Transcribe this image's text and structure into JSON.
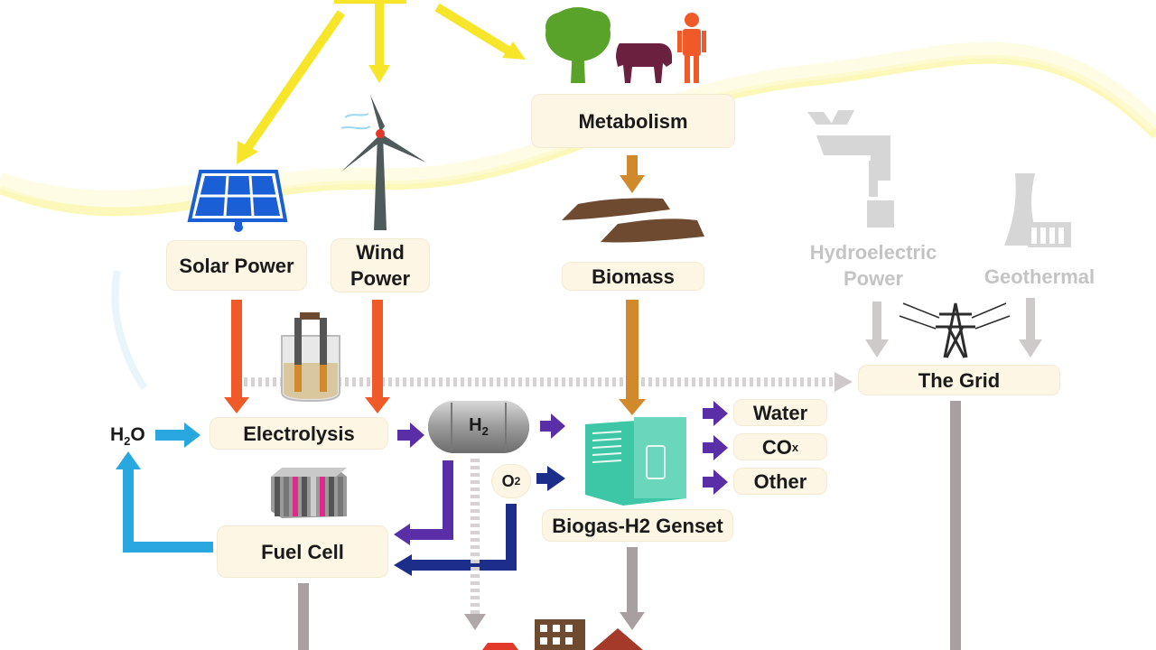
{
  "nodes": {
    "metabolism": "Metabolism",
    "solar": "Solar Power",
    "wind": "Wind\nPower",
    "biomass": "Biomass",
    "hydro": "Hydroelectric\nPower",
    "geothermal": "Geothermal",
    "grid": "The Grid",
    "water_in": "H2O",
    "electrolysis": "Electrolysis",
    "hydrogen": "H2",
    "oxygen": "O2",
    "genset": "Biogas-H2 Genset",
    "fuel_cell": "Fuel Cell"
  },
  "outputs": [
    "Water",
    "COx",
    "Other"
  ],
  "colors": {
    "sun": "#f7e52a",
    "electric_arrow": "#f05a28",
    "biomass_arrow": "#d18a2b",
    "hydrogen_arrow": "#5a2ea6",
    "oxygen_arrow": "#1d2e8a",
    "water_arrow": "#29a8e0",
    "grid_line": "#a8a0a0",
    "box_fill": "#fdf6e4",
    "genset": "#3ec7a6",
    "solar_panel": "#1a5fd6",
    "tree": "#5aa32b",
    "cow": "#6b2040",
    "person": "#f05a28"
  },
  "icons": [
    "sun-icon",
    "solar-panel-icon",
    "wind-turbine-icon",
    "tree-icon",
    "cow-icon",
    "person-icon",
    "soil-icon",
    "dam-icon",
    "cooling-tower-icon",
    "pylon-icon",
    "beaker-icon",
    "tank-icon",
    "genset-icon",
    "fuel-cell-icon",
    "car-icon",
    "building-icon",
    "house-icon"
  ]
}
